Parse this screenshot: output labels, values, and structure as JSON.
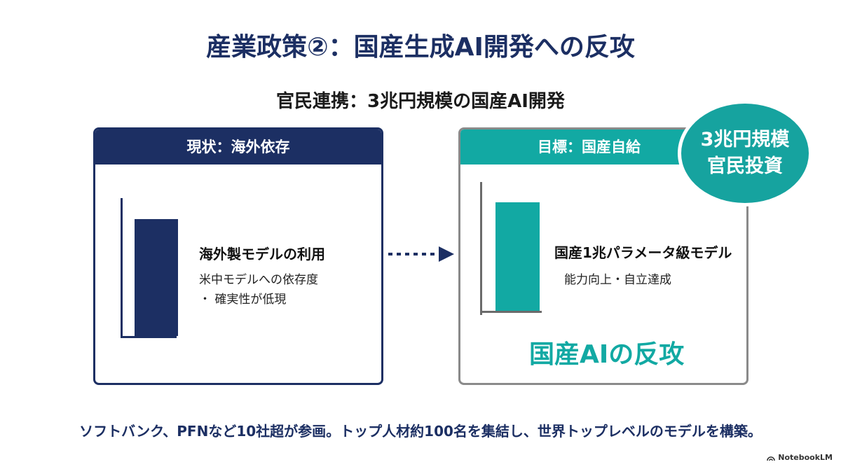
{
  "slide": {
    "title": "産業政策②：国産生成AI開発への反攻",
    "subtitle": "官民連携：3兆円規模の国産AI開発",
    "bottom_text": "ソフトバンク、PFNなど10社超が参画。トップ人材約100名を集結し、世界トップレベルのモデルを構築。"
  },
  "left_panel": {
    "header": "現状：海外依存",
    "item_title": "海外製モデルの利用",
    "item_sub1": "米中モデルへの依存度",
    "item_sub2": "・ 確実性が低現"
  },
  "right_panel": {
    "header": "目標：国産自給",
    "item_title": "国産1兆パラメータ級モデル",
    "item_sub1": "能力向上・自立達成",
    "slogan": "国産AIの反攻"
  },
  "badge": {
    "line1": "3兆円規模",
    "line2": "官民投資"
  },
  "brand": {
    "name": "NotebookLM",
    "icon": "notebooklm-logo-icon"
  },
  "colors": {
    "navy": "#1c2f63",
    "teal": "#12a9a3",
    "gray_border": "#8a8a8a"
  }
}
